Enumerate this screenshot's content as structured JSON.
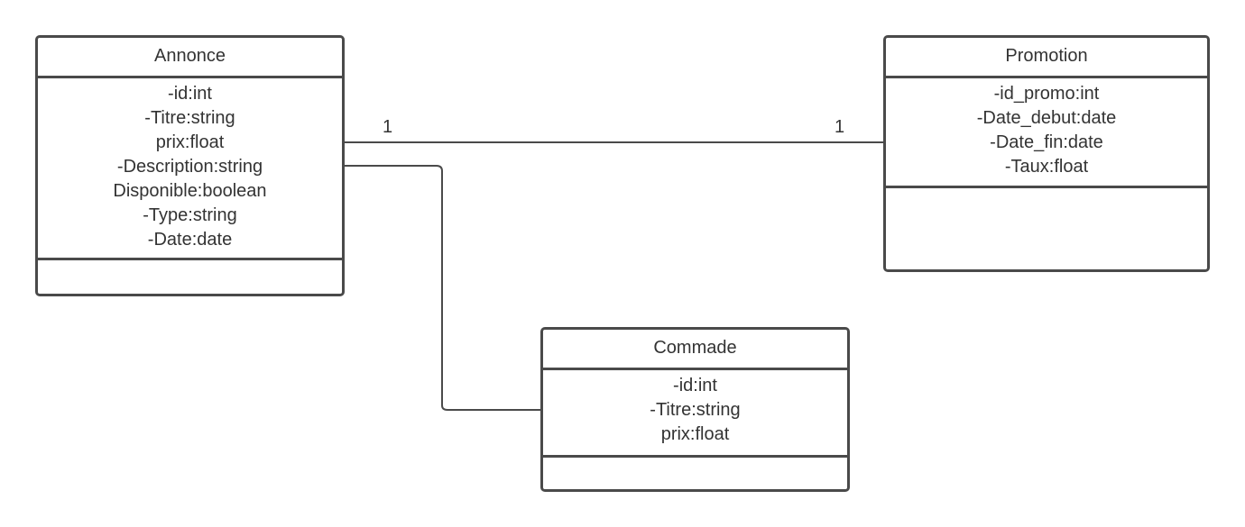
{
  "classes": {
    "annonce": {
      "name": "Annonce",
      "attributes": [
        "-id:int",
        "-Titre:string",
        "prix:float",
        "-Description:string",
        "Disponible:boolean",
        "-Type:string",
        "-Date:date"
      ],
      "methods": []
    },
    "promotion": {
      "name": "Promotion",
      "attributes": [
        "-id_promo:int",
        "-Date_debut:date",
        "-Date_fin:date",
        "-Taux:float"
      ],
      "methods": []
    },
    "commade": {
      "name": "Commade",
      "attributes": [
        "-id:int",
        "-Titre:string",
        "prix:float"
      ],
      "methods": []
    }
  },
  "associations": [
    {
      "from": "Annonce",
      "to": "Promotion",
      "from_multiplicity": "1",
      "to_multiplicity": "1"
    },
    {
      "from": "Annonce",
      "to": "Commade",
      "from_multiplicity": "",
      "to_multiplicity": ""
    }
  ],
  "colors": {
    "stroke": "#4a4a4a",
    "text": "#333333",
    "background": "#ffffff"
  }
}
